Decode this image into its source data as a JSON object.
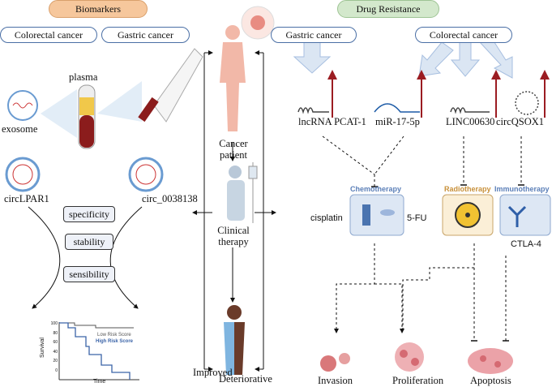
{
  "left": {
    "title": "Biomarkers",
    "tabs": [
      "Colorectal cancer",
      "Gastric cancer"
    ],
    "exosome": "exosome",
    "plasma": "plasma",
    "circ_left": "circLPAR1",
    "circ_right": "circ_0038138",
    "properties": [
      "specificity",
      "stability",
      "sensibility"
    ],
    "km_plot": {
      "type": "line",
      "xlabel": "Time",
      "ylabel": "Survival",
      "yticks": [
        "0",
        "20",
        "40",
        "60",
        "80",
        "100"
      ],
      "series": [
        {
          "name": "Low Risk Score",
          "color": "#555555"
        },
        {
          "name": "High Risk Score",
          "color": "#3b64a8"
        }
      ]
    }
  },
  "center": {
    "cancer_patient": "Cancer patient",
    "clinical_therapy": "Clinical therapy",
    "improved": "Improved",
    "deteriorative": "Deteriorative"
  },
  "right": {
    "title": "Drug Resistance",
    "tabs": [
      "Gastric cancer",
      "Colorectal cancer"
    ],
    "rnas": [
      "lncRNA PCAT-1",
      "miR-17-5p",
      "LINC00630",
      "circQSOX1"
    ],
    "therapies": [
      {
        "label": "Chemotherapy",
        "color": "#5b7fb8"
      },
      {
        "label": "Radiotherapy",
        "color": "#c8903a"
      },
      {
        "label": "Immunotherapy",
        "color": "#5b7fb8"
      }
    ],
    "drugs": {
      "cisplatin": "cisplatin",
      "fu": "5-FU",
      "ctla4": "CTLA-4"
    },
    "outcomes": [
      "Invasion",
      "Proliferation",
      "Apoptosis"
    ]
  },
  "colors": {
    "biomarkers": "#f6c79c",
    "drug_resistance": "#d3e8cc",
    "arrow_red": "#9b1c22",
    "blue_arrow": "#b9cde6"
  }
}
